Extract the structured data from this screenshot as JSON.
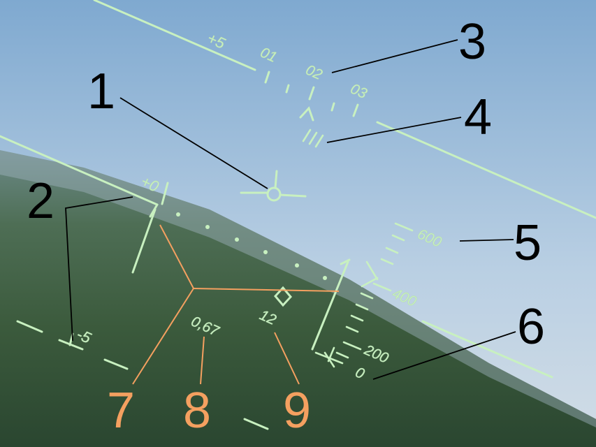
{
  "colors": {
    "sky_top": "#8db4d6",
    "sky_bottom": "#c5d7e6",
    "ground_dark": "#2d4a30",
    "ground_light": "#6a8a80",
    "hud": "#c8f0c0",
    "callout_black": "#000000",
    "callout_orange": "#f4a060"
  },
  "pitch_ladder": {
    "upper_label": "+5",
    "zero_label": "+0",
    "lower_label": "-5"
  },
  "heading_scale": {
    "marks": [
      "01",
      "02",
      "03"
    ]
  },
  "altitude_scale": {
    "marks": [
      "600",
      "400",
      "200",
      "0"
    ]
  },
  "readouts": {
    "mach": "0,67",
    "angle_of_attack": "12"
  },
  "callouts": {
    "black": [
      "1",
      "2",
      "3",
      "4",
      "5",
      "6"
    ],
    "orange": [
      "7",
      "8",
      "9"
    ]
  },
  "icons": {
    "velocity_vector": "flight-path-marker-icon",
    "heading_caret": "heading-caret-icon",
    "bank_marks": "bank-indicator-icon",
    "waterline": "aircraft-reference-icon",
    "target_diamond": "target-diamond-icon"
  }
}
